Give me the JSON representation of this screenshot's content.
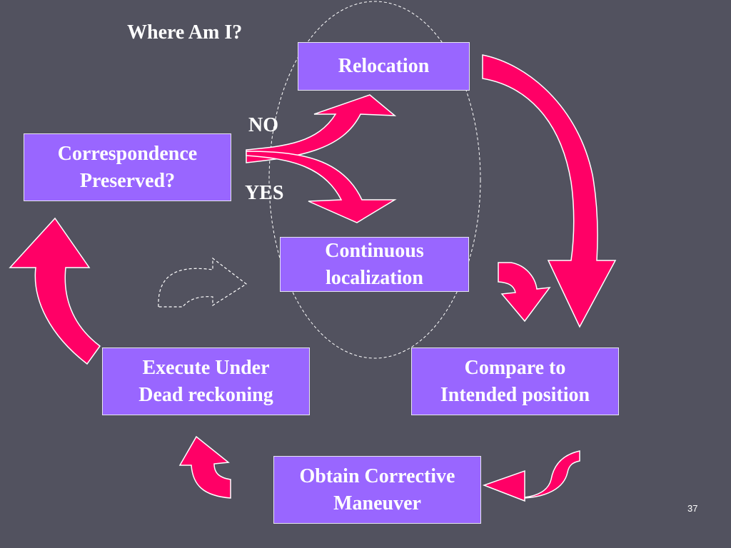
{
  "title": "Where Am I?",
  "nodes": {
    "relocation": [
      "Relocation"
    ],
    "correspondence": [
      "Correspondence",
      "Preserved?"
    ],
    "continuous": [
      "Continuous",
      "localization"
    ],
    "execute": [
      "Execute Under",
      "Dead reckoning"
    ],
    "compare": [
      "Compare to",
      "Intended position"
    ],
    "obtain": [
      "Obtain Corrective",
      "Maneuver"
    ]
  },
  "branch_labels": {
    "no": "NO",
    "yes": "YES"
  },
  "page_number": "37",
  "colors": {
    "background": "#52525f",
    "box_fill": "#9966ff",
    "box_border": "#e6e6f0",
    "arrow_fill": "#ff0066",
    "arrow_stroke": "#ffffff",
    "text": "#ffffff"
  }
}
